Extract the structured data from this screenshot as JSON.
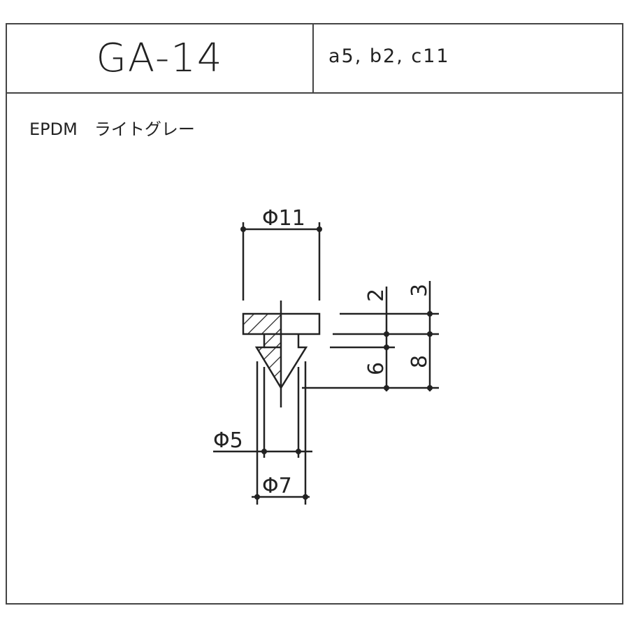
{
  "header": {
    "code": "GA-14",
    "sizes": "a5, b2, c11"
  },
  "material": "EPDM　ライトグレー",
  "dimensions": {
    "d11": "Φ11",
    "d5": "Φ5",
    "d7": "Φ7",
    "h2": "2",
    "h3": "3",
    "h6": "6",
    "h8": "8"
  }
}
